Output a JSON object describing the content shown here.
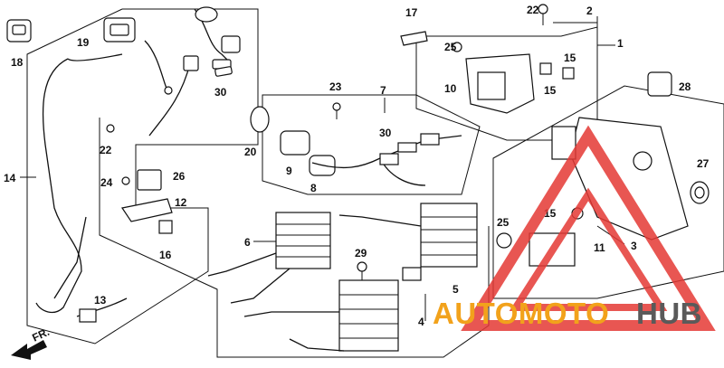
{
  "callouts": {
    "c1": "1",
    "c2": "2",
    "c3": "3",
    "c4": "4",
    "c5": "5",
    "c6": "6",
    "c7": "7",
    "c8": "8",
    "c9": "9",
    "c10": "10",
    "c11": "11",
    "c12": "12",
    "c13": "13",
    "c14": "14",
    "c15a": "15",
    "c15b": "15",
    "c15c": "15",
    "c16": "16",
    "c17": "17",
    "c18": "18",
    "c19": "19",
    "c20": "20",
    "c22a": "22",
    "c22b": "22",
    "c23": "23",
    "c24": "24",
    "c25a": "25",
    "c25b": "25",
    "c26": "26",
    "c27": "27",
    "c28": "28",
    "c29": "29",
    "c30a": "30",
    "c30b": "30"
  },
  "direction": {
    "label": "FR."
  },
  "watermark": {
    "part1": "AUTOMOTO",
    "part2": "HUB",
    "color1": "#f2a21b",
    "color2": "#5a5a5a",
    "triangle_color": "#e53935"
  }
}
